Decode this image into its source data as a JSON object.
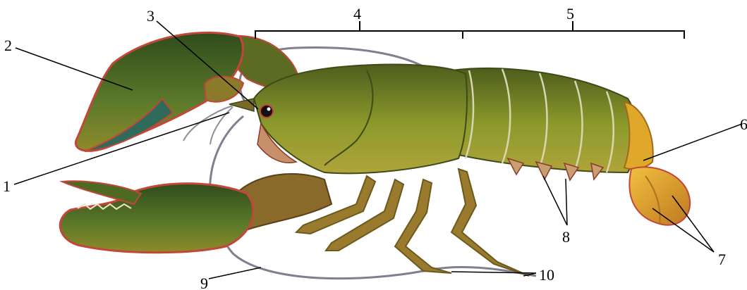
{
  "diagram": {
    "subject": "lobster anatomy",
    "labels": {
      "l1": "1",
      "l2": "2",
      "l3": "3",
      "l4": "4",
      "l5": "5",
      "l6": "6",
      "l7": "7",
      "l8": "8",
      "l9": "9",
      "l10": "10"
    },
    "colors": {
      "shell_dark": "#4a5a1e",
      "shell_mid": "#7a8a2a",
      "shell_light": "#a7a93a",
      "claw_green": "#3f6a2a",
      "edge_red": "#c2463a",
      "tail_orange": "#e0a82a",
      "leg_brown": "#8a6a2a",
      "antenna": "#7f7f8f"
    }
  }
}
